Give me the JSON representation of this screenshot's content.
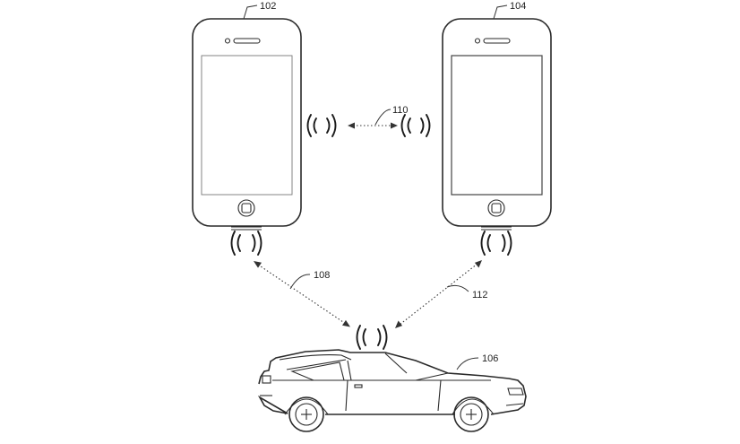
{
  "labels": {
    "phone_left": "102",
    "phone_right": "104",
    "vehicle": "106",
    "link_left_vehicle": "108",
    "link_phones": "110",
    "link_right_vehicle": "112"
  },
  "colors": {
    "line": "#2a2a2a",
    "background": "#ffffff"
  }
}
